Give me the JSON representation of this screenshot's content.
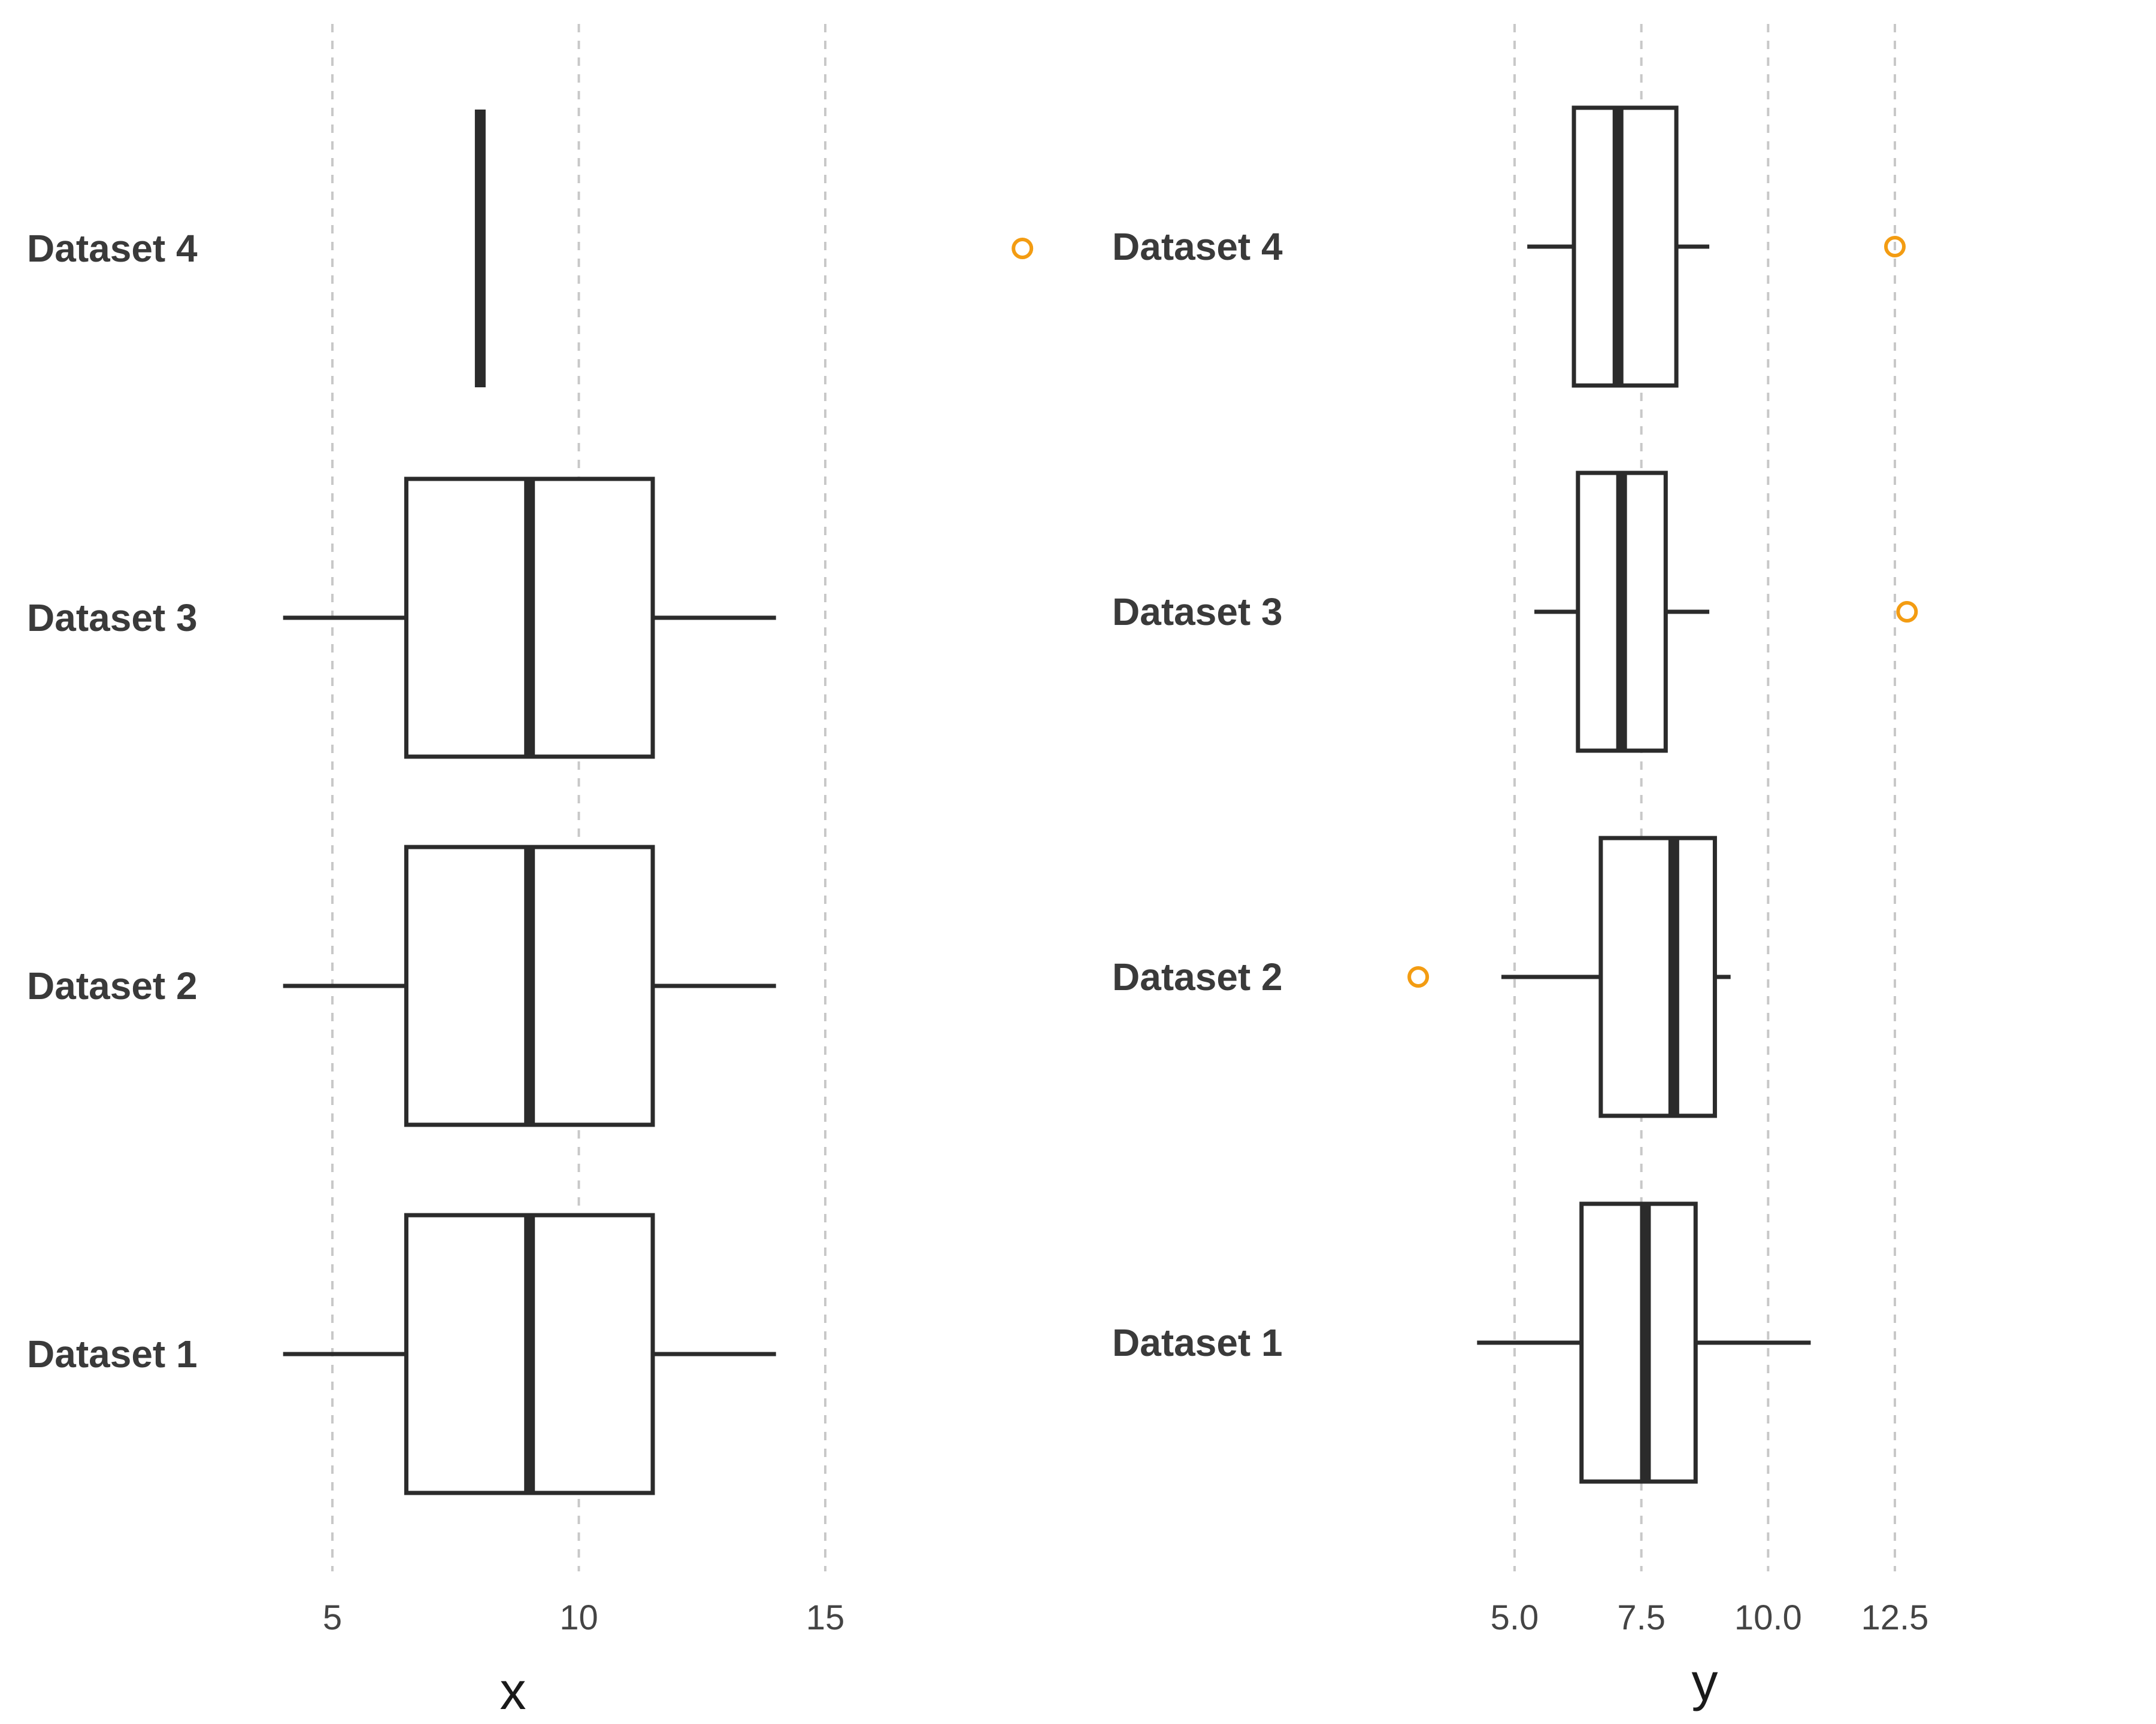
{
  "chart_data": [
    {
      "type": "box",
      "xlabel": "x",
      "ylabel": "",
      "xlim": [
        3,
        19.5
      ],
      "ticks": [
        {
          "value": 5,
          "label": "5"
        },
        {
          "value": 10,
          "label": "10"
        },
        {
          "value": 15,
          "label": "15"
        }
      ],
      "grid": true,
      "categories": [
        "Dataset 1",
        "Dataset 2",
        "Dataset 3",
        "Dataset 4"
      ],
      "series": [
        {
          "category": "Dataset 1",
          "min": 4,
          "q1": 6.5,
          "median": 9,
          "q3": 11.5,
          "max": 14,
          "outliers": []
        },
        {
          "category": "Dataset 2",
          "min": 4,
          "q1": 6.5,
          "median": 9,
          "q3": 11.5,
          "max": 14,
          "outliers": []
        },
        {
          "category": "Dataset 3",
          "min": 4,
          "q1": 6.5,
          "median": 9,
          "q3": 11.5,
          "max": 14,
          "outliers": []
        },
        {
          "category": "Dataset 4",
          "min": 8,
          "q1": 8,
          "median": 8,
          "q3": 8,
          "max": 8,
          "outliers": [
            19
          ]
        }
      ],
      "colors": {
        "box": "#2b2b2b",
        "outlier": "#f39c12"
      }
    },
    {
      "type": "box",
      "xlabel": "y",
      "ylabel": "",
      "xlim": [
        2.8,
        13
      ],
      "ticks": [
        {
          "value": 5,
          "label": "5.0"
        },
        {
          "value": 7.5,
          "label": "7.5"
        },
        {
          "value": 10,
          "label": "10.0"
        },
        {
          "value": 12.5,
          "label": "12.5"
        }
      ],
      "grid": true,
      "categories": [
        "Dataset 1",
        "Dataset 2",
        "Dataset 3",
        "Dataset 4"
      ],
      "series": [
        {
          "category": "Dataset 1",
          "min": 4.26,
          "q1": 6.32,
          "median": 7.58,
          "q3": 8.57,
          "max": 10.84,
          "outliers": []
        },
        {
          "category": "Dataset 2",
          "min": 4.74,
          "q1": 6.7,
          "median": 8.14,
          "q3": 8.95,
          "max": 9.26,
          "outliers": [
            3.1
          ]
        },
        {
          "category": "Dataset 3",
          "min": 5.39,
          "q1": 6.25,
          "median": 7.11,
          "q3": 7.98,
          "max": 8.84,
          "outliers": [
            12.74
          ]
        },
        {
          "category": "Dataset 4",
          "min": 5.25,
          "q1": 6.17,
          "median": 7.04,
          "q3": 8.19,
          "max": 8.84,
          "outliers": [
            12.5
          ]
        }
      ],
      "colors": {
        "box": "#2b2b2b",
        "outlier": "#f39c12"
      }
    }
  ]
}
